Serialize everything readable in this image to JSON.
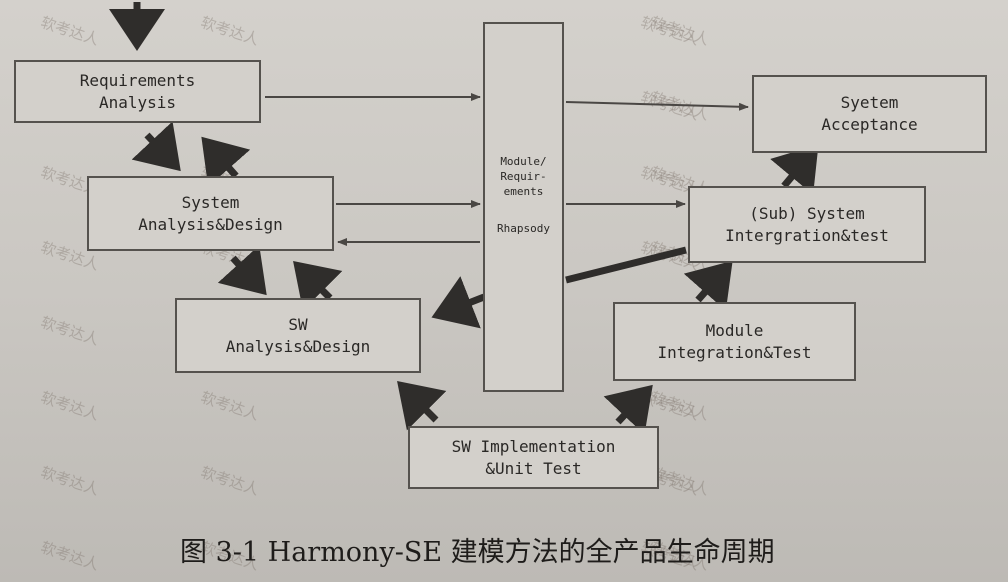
{
  "boxes": {
    "requirements": [
      "Requirements",
      "Analysis"
    ],
    "system_design": [
      "System",
      "Analysis&Design"
    ],
    "sw_design": [
      "SW",
      "Analysis&Design"
    ],
    "center": [
      "Module/",
      "Requir-",
      "ements",
      "Rhapsody"
    ],
    "acceptance": [
      "Syetem",
      "Acceptance"
    ],
    "subsystem": [
      "(Sub) System",
      "Intergration&test"
    ],
    "module_integration": [
      "Module",
      "Integration&Test"
    ],
    "sw_impl": [
      "SW Implementation",
      "&Unit Test"
    ]
  },
  "caption": "图 3-1 Harmony-SE 建模方法的全产品生命周期",
  "watermark": "软考达人"
}
